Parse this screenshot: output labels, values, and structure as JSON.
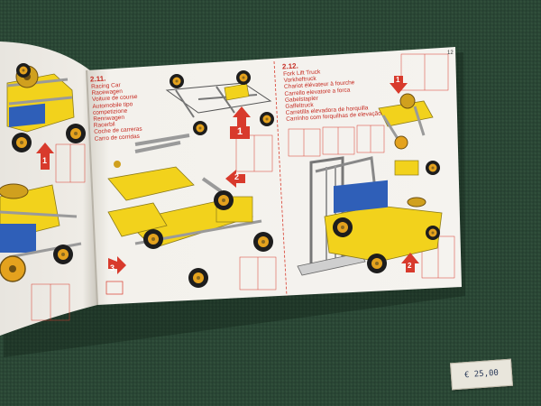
{
  "booklet": {
    "page_number": "12",
    "model_a": {
      "number": "2.11.",
      "names": [
        "Racing Car",
        "Racewagen",
        "Voiture de course",
        "Automobile tipo",
        "competizione",
        "Rennwagen",
        "Racerbil",
        "Coche de carreras",
        "Carro de corridas"
      ]
    },
    "model_b": {
      "number": "2.12.",
      "names": [
        "Fork Lift Truck",
        "Vorkheftruck",
        "Chariot élévateur à fourche",
        "Carrello elevatore a forca",
        "Gabelstapler",
        "Gaffeltruck",
        "Carretilla elevadora de horquilla",
        "Carrinho com forquilhas de elevação"
      ]
    },
    "step_arrows": [
      "1",
      "2",
      "3"
    ]
  },
  "price_tag": "€ 25,00",
  "colors": {
    "carpet": "#2c4a3a",
    "paper": "#f2f0ec",
    "accent_red": "#d83a2c",
    "part_yellow": "#f2d21c",
    "part_blue": "#2f5fb8",
    "wheel_black": "#1d1d1d"
  }
}
